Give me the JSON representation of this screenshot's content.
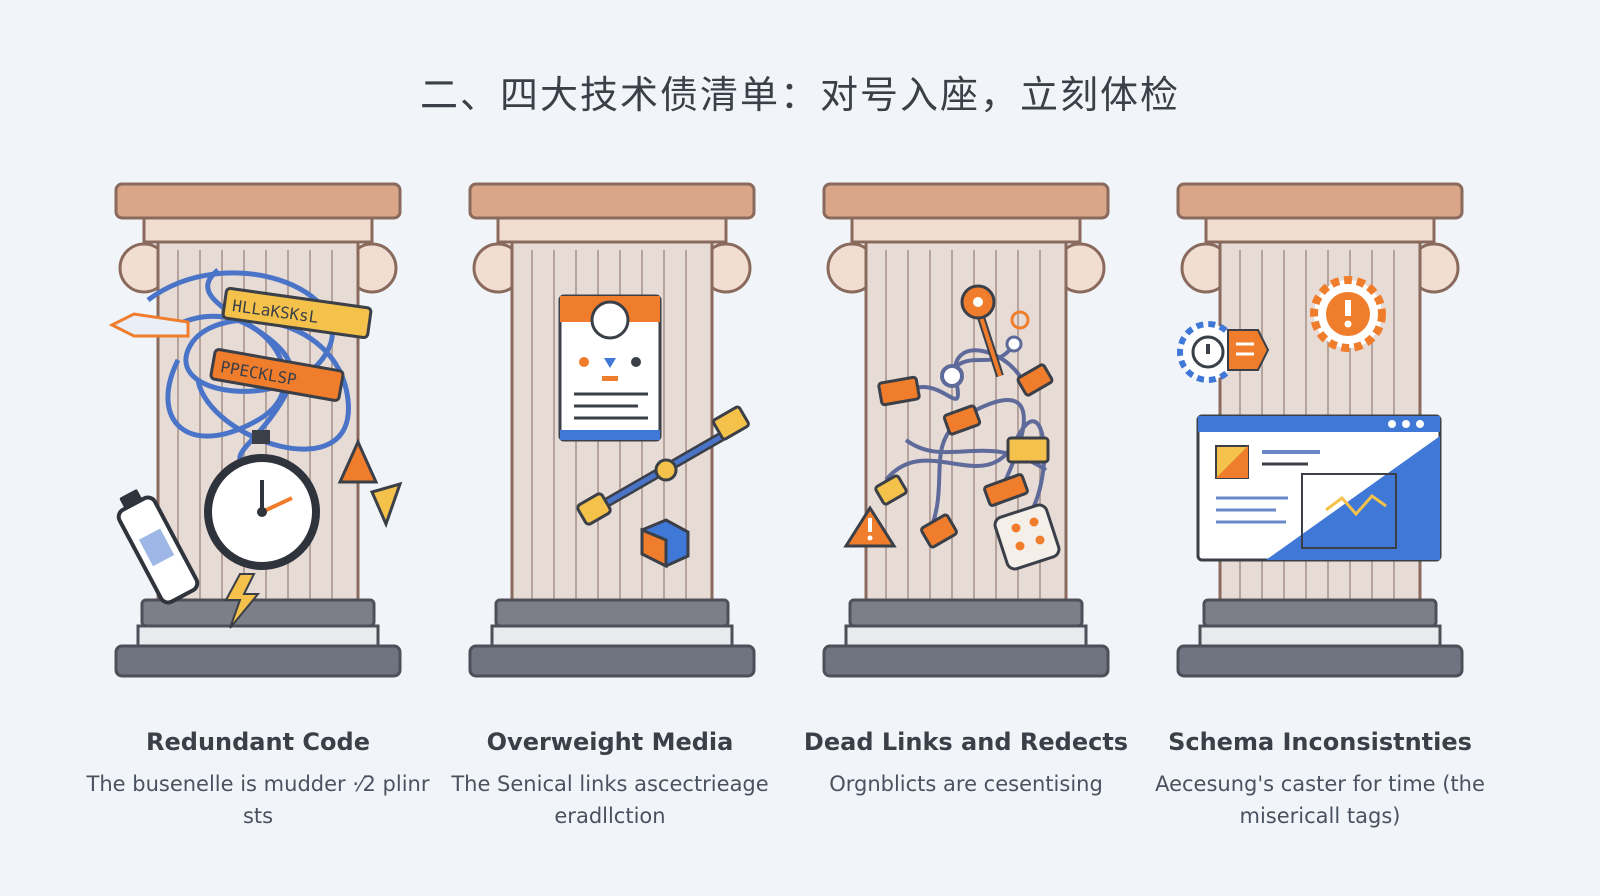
{
  "page": {
    "title": "二、四大技术债清单：对号入座，立刻体检"
  },
  "colors": {
    "background": "#f1f5fa",
    "capital": "#d9a68a",
    "shaft": "#e7dbd6",
    "base": "#6f7480",
    "accent_orange": "#f07d2c",
    "accent_blue": "#3f78d6",
    "accent_yellow": "#f4c24a"
  },
  "cards": [
    {
      "title": "Redundant Code",
      "description": "The busenelle is mudder ·⁄2 plinr sts",
      "icons": [
        "tangled-wires-icon",
        "stopwatch-icon",
        "warning-triangle-icon",
        "battery-icon",
        "lightning-icon"
      ],
      "tag_texts": [
        "HLLaKSKsL",
        "PPECKLSP"
      ]
    },
    {
      "title": "Overweight Media",
      "description": "The Senical links ascectrieage eradllction",
      "icons": [
        "media-card-icon",
        "connector-cable-icon",
        "cube-icon"
      ]
    },
    {
      "title": "Dead Links and Redects",
      "description": "Orgnblicts are cesentising",
      "icons": [
        "broken-links-network-icon",
        "warning-triangle-icon",
        "dice-icon",
        "pin-icon"
      ]
    },
    {
      "title": "Schema Inconsistnties",
      "description": "Aecesung's caster for time (the misericall tags)",
      "icons": [
        "gear-alert-icon",
        "browser-window-icon",
        "chart-icon"
      ]
    }
  ]
}
